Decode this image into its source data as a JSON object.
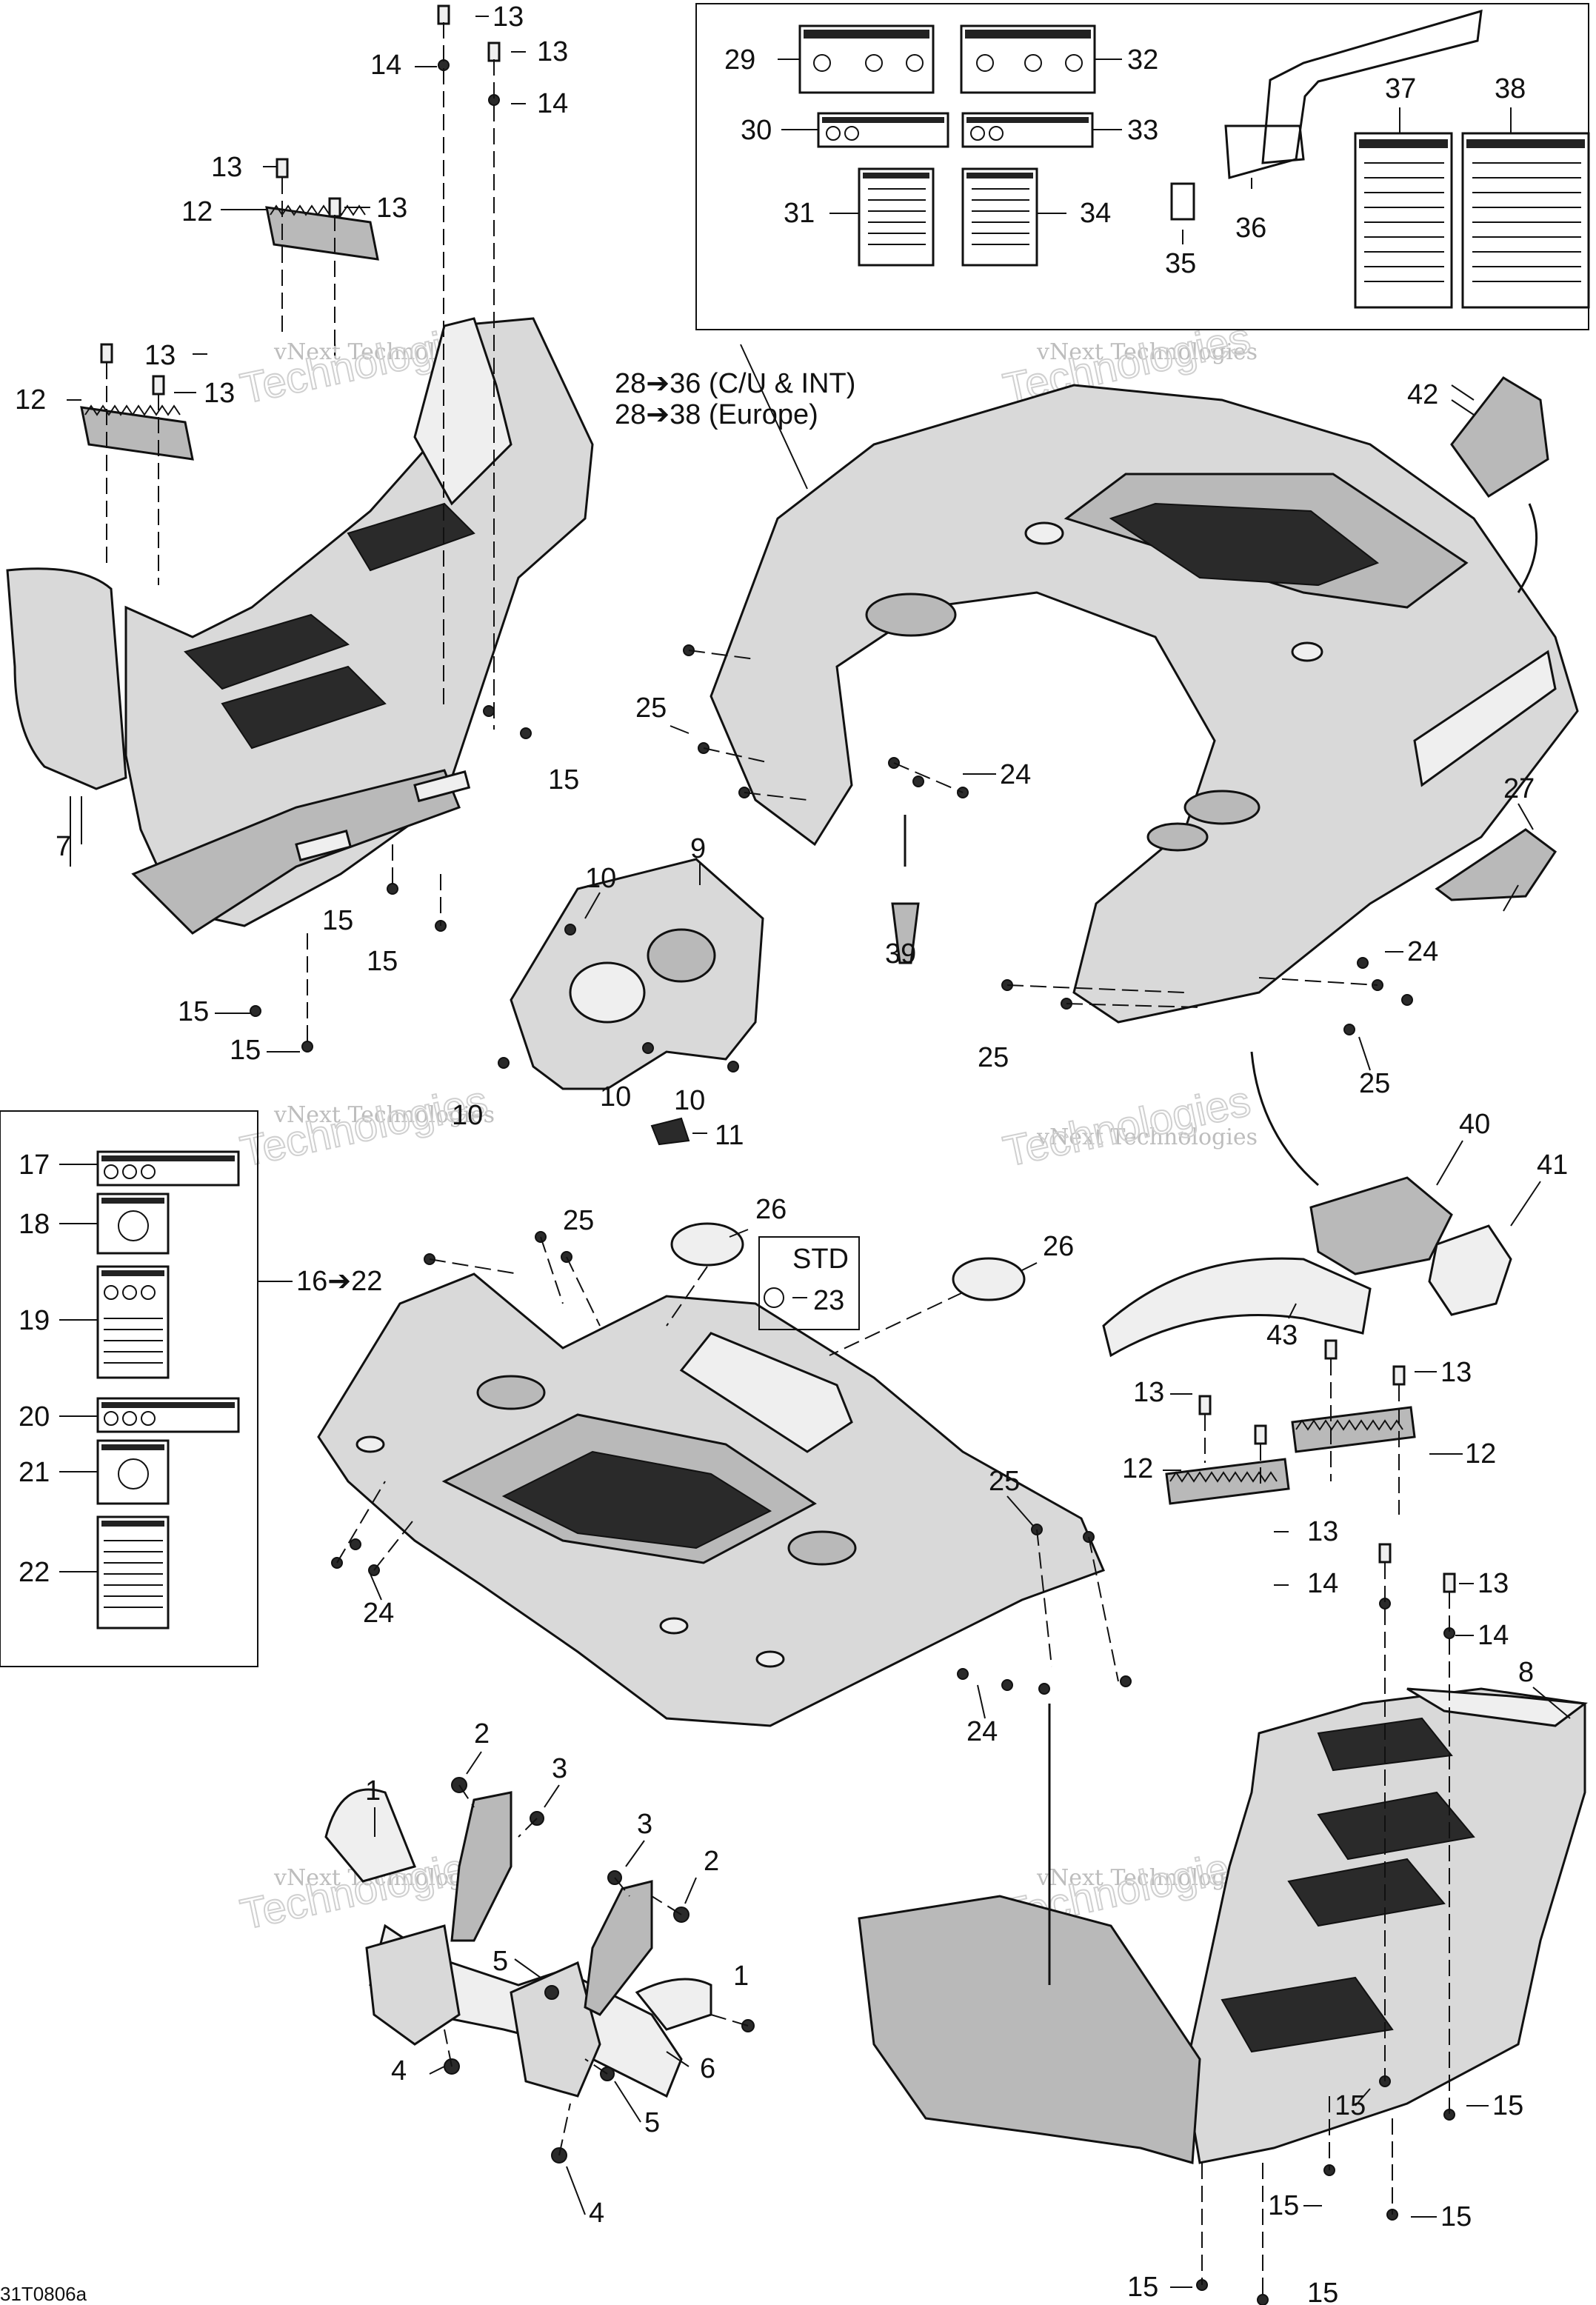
{
  "diagram": {
    "drawing_code": "31T0806a",
    "watermark": "vNext Technologies",
    "note_std": "STD",
    "group_labels": {
      "decals_front": "16➔22",
      "decals_rear_na": "28➔36 (C/U & INT)",
      "decals_rear_eu": "28➔38 (Europe)"
    },
    "callouts": {
      "n1": "1",
      "n2": "2",
      "n3": "3",
      "n4": "4",
      "n5": "5",
      "n6": "6",
      "n7": "7",
      "n8": "8",
      "n9": "9",
      "n10": "10",
      "n11": "11",
      "n12": "12",
      "n13": "13",
      "n14": "14",
      "n15": "15",
      "n17": "17",
      "n18": "18",
      "n19": "19",
      "n20": "20",
      "n21": "21",
      "n22": "22",
      "n23": "23",
      "n24": "24",
      "n25": "25",
      "n26": "26",
      "n27": "27",
      "n29": "29",
      "n30": "30",
      "n31": "31",
      "n32": "32",
      "n33": "33",
      "n34": "34",
      "n35": "35",
      "n36": "36",
      "n37": "37",
      "n38": "38",
      "n39": "39",
      "n40": "40",
      "n41": "41",
      "n42": "42",
      "n43": "43"
    }
  }
}
